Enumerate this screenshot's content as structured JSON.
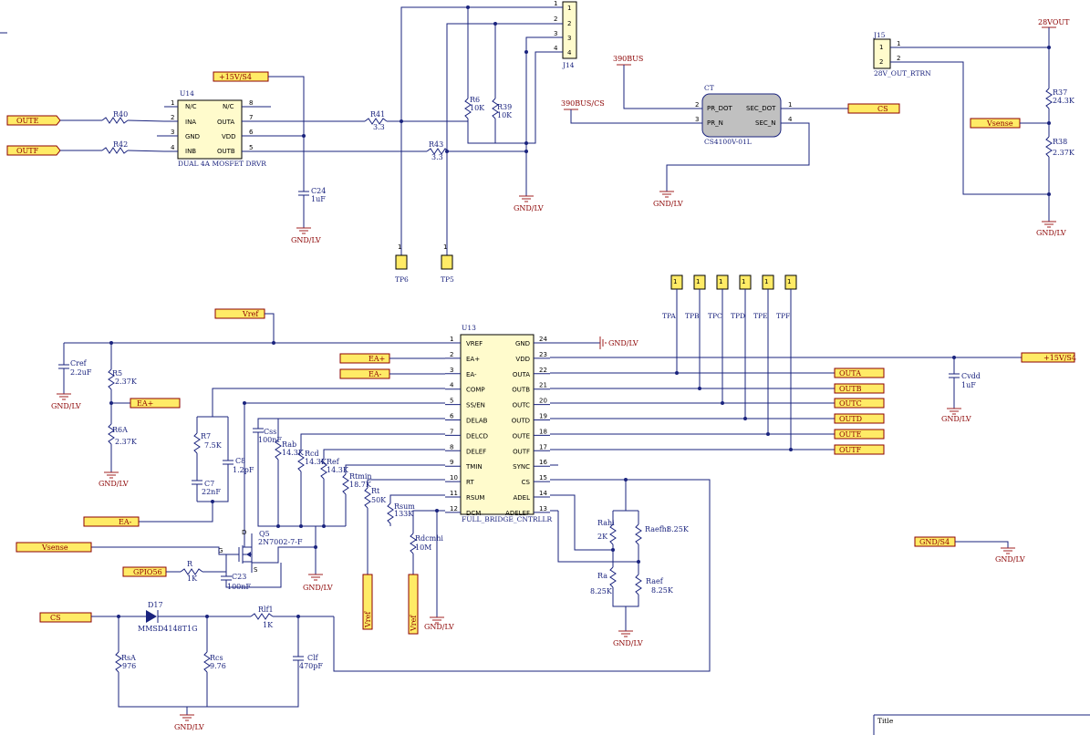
{
  "u14": {
    "ref": "U14",
    "name": "DUAL 4A MOSFET DRVR",
    "left_pins": [
      {
        "num": "1",
        "name": "N/C"
      },
      {
        "num": "2",
        "name": "INA"
      },
      {
        "num": "3",
        "name": "GND"
      },
      {
        "num": "4",
        "name": "INB"
      }
    ],
    "right_pins": [
      {
        "num": "8",
        "name": "N/C"
      },
      {
        "num": "7",
        "name": "OUTA"
      },
      {
        "num": "6",
        "name": "VDD"
      },
      {
        "num": "5",
        "name": "OUTB"
      }
    ]
  },
  "u13": {
    "ref": "U13",
    "name": "FULL_BRIDGE_CNTRLLR",
    "left_pins": [
      {
        "num": "1",
        "name": "VREF"
      },
      {
        "num": "2",
        "name": "EA+"
      },
      {
        "num": "3",
        "name": "EA-"
      },
      {
        "num": "4",
        "name": "COMP"
      },
      {
        "num": "5",
        "name": "SS/EN"
      },
      {
        "num": "6",
        "name": "DELAB"
      },
      {
        "num": "7",
        "name": "DELCD"
      },
      {
        "num": "8",
        "name": "DELEF"
      },
      {
        "num": "9",
        "name": "TMIN"
      },
      {
        "num": "10",
        "name": "RT"
      },
      {
        "num": "11",
        "name": "RSUM"
      },
      {
        "num": "12",
        "name": "DCM"
      }
    ],
    "right_pins": [
      {
        "num": "24",
        "name": "GND"
      },
      {
        "num": "23",
        "name": "VDD"
      },
      {
        "num": "22",
        "name": "OUTA"
      },
      {
        "num": "21",
        "name": "OUTB"
      },
      {
        "num": "20",
        "name": "OUTC"
      },
      {
        "num": "19",
        "name": "OUTD"
      },
      {
        "num": "18",
        "name": "OUTE"
      },
      {
        "num": "17",
        "name": "OUTF"
      },
      {
        "num": "16",
        "name": "SYNC"
      },
      {
        "num": "15",
        "name": "CS"
      },
      {
        "num": "14",
        "name": "ADEL"
      },
      {
        "num": "13",
        "name": "ADELEF"
      }
    ]
  },
  "ct": {
    "ref": "CT",
    "name": "CS4100V-01L",
    "left_pins": [
      {
        "num": "2",
        "name": "PR_DOT"
      },
      {
        "num": "3",
        "name": "PR_N"
      }
    ],
    "right_pins": [
      {
        "num": "1",
        "name": "SEC_DOT"
      },
      {
        "num": "4",
        "name": "SEC_N"
      }
    ]
  },
  "j14": {
    "ref": "J14",
    "pins": [
      "1",
      "2",
      "3",
      "4"
    ]
  },
  "j15": {
    "ref": "J15",
    "name": "28V_OUT_RTRN",
    "pins": [
      "1",
      "2"
    ],
    "outer": [
      "1",
      "2"
    ]
  },
  "test_points": {
    "tp6": {
      "ref": "TP6",
      "pin": "1"
    },
    "tp5": {
      "ref": "TP5",
      "pin": "1"
    },
    "tpa": {
      "ref": "TPA",
      "pin": "1"
    },
    "tpb": {
      "ref": "TPB",
      "pin": "1"
    },
    "tpc": {
      "ref": "TPC",
      "pin": "1"
    },
    "tpd": {
      "ref": "TPD",
      "pin": "1"
    },
    "tpe": {
      "ref": "TPE",
      "pin": "1"
    },
    "tpf": {
      "ref": "TPF",
      "pin": "1"
    }
  },
  "ports": {
    "oute": "OUTE",
    "outf": "OUTF",
    "p15v_top": "+15V/S4",
    "cs_right": "CS",
    "vsense_right": "Vsense",
    "vref": "Vref",
    "ea_plus_a": "EA+",
    "ea_minus_a": "EA-",
    "ea_plus_b": "EA+",
    "ea_minus_b": "EA-",
    "vsense_left": "Vsense",
    "gpio": "GPIO56",
    "cs_left": "CS",
    "p15v_right": "+15V/S4",
    "outa": "OUTA",
    "outb": "OUTB",
    "outc": "OUTC",
    "outd": "OUTD",
    "oute2": "OUTE",
    "outf2": "OUTF",
    "gnd_s4": "GND/S4",
    "vref_v1": "Vref",
    "vref_v2": "Vref"
  },
  "power": {
    "gnd": "GND/LV",
    "bus390": "390BUS",
    "bus390cs": "390BUS/CS",
    "v28": "28VOUT"
  },
  "components": {
    "r40": {
      "ref": "R40"
    },
    "r42": {
      "ref": "R42"
    },
    "r41": {
      "ref": "R41",
      "value": "3.3"
    },
    "r43": {
      "ref": "R43",
      "value": "3.3"
    },
    "r6": {
      "ref": "R6",
      "value": "10K"
    },
    "r39": {
      "ref": "R39",
      "value": "10K"
    },
    "c24": {
      "ref": "C24",
      "value": "1uF"
    },
    "r37": {
      "ref": "R37",
      "value": "24.3K"
    },
    "r38": {
      "ref": "R38",
      "value": "2.37K"
    },
    "cref": {
      "ref": "Cref",
      "value": "2.2uF"
    },
    "r5": {
      "ref": "R5",
      "value": "2.37K"
    },
    "r6a": {
      "ref": "R6A",
      "value": "2.37K"
    },
    "r7": {
      "ref": "R7",
      "value": "7.5K"
    },
    "c8": {
      "ref": "C8",
      "value": "1.2pF"
    },
    "c7": {
      "ref": "C7",
      "value": "22nF"
    },
    "css": {
      "ref": "Css",
      "value": "100nF"
    },
    "rab": {
      "ref": "Rab",
      "value": "14.3K"
    },
    "rcd": {
      "ref": "Rcd",
      "value": "14.3K"
    },
    "ref_r": {
      "ref": "Ref",
      "value": "14.3K"
    },
    "rtmin": {
      "ref": "Rtmin",
      "value": "18.7K"
    },
    "rt": {
      "ref": "Rt",
      "value": "50K"
    },
    "rsum": {
      "ref": "Rsum",
      "value": "133K"
    },
    "rdcmhi": {
      "ref": "Rdcmhi",
      "value": "10M"
    },
    "q5": {
      "ref": "Q5",
      "name": "2N7002-7-F",
      "d": "D",
      "g": "G",
      "s": "S"
    },
    "r": {
      "ref": "R",
      "value": "1K"
    },
    "c23": {
      "ref": "C23",
      "value": "100nF"
    },
    "rahi": {
      "ref": "Rahi",
      "value": "2K"
    },
    "raefhi": {
      "ref": "Raefhi",
      "value": "8.25K"
    },
    "ra": {
      "ref": "Ra",
      "value": "8.25K"
    },
    "raef": {
      "ref": "Raef",
      "value": "8.25K"
    },
    "cvdd": {
      "ref": "Cvdd",
      "value": "1uF"
    },
    "d17": {
      "ref": "D17",
      "name": "MMSD4148T1G"
    },
    "rlf1": {
      "ref": "Rlf1",
      "value": "1K"
    },
    "rsa": {
      "ref": "RsA",
      "value": "976"
    },
    "rcs": {
      "ref": "Rcs",
      "value": "9.76"
    },
    "clf": {
      "ref": "Clf",
      "value": "470pF"
    }
  },
  "title_block": {
    "label": "Title"
  },
  "colors": {
    "wire": "#1a237e",
    "power": "#8b0000",
    "port_fill": "#ffeb66",
    "ic_fill": "#fffbcc",
    "ct_fill": "#c0c0c0"
  }
}
